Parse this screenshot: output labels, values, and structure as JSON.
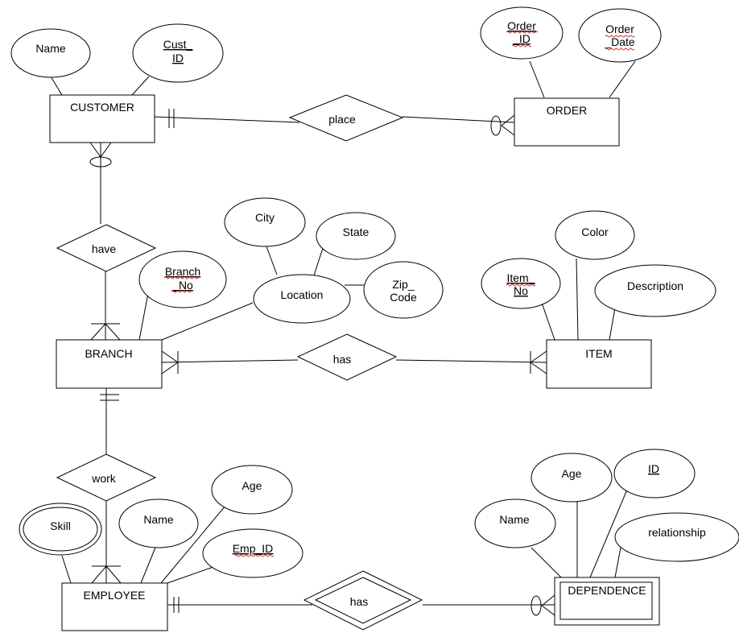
{
  "entities": {
    "customer": "CUSTOMER",
    "order": "ORDER",
    "branch": "BRANCH",
    "item": "ITEM",
    "employee": "EMPLOYEE",
    "dependence": "DEPENDENCE"
  },
  "relationships": {
    "place": "place",
    "have": "have",
    "has_branch_item": "has",
    "work": "work",
    "has_employee_dependence": "has"
  },
  "attributes": {
    "customer_name": "Name",
    "cust_id_1": "Cust_",
    "cust_id_2": "ID",
    "order_id_1": "Order",
    "order_id_2": "_ID",
    "order_date_1": "Order",
    "order_date_2": "_Date",
    "city": "City",
    "state": "State",
    "zip_1": "Zip_",
    "zip_2": "Code",
    "location": "Location",
    "branch_no_1": "Branch",
    "branch_no_2": "_No",
    "color": "Color",
    "item_no_1": "Item_",
    "item_no_2": "No",
    "description": "Description",
    "skill": "Skill",
    "employee_name": "Name",
    "employee_age": "Age",
    "emp_id": "Emp_ID",
    "dependent_age": "Age",
    "dependent_id": "ID",
    "dependent_name": "Name",
    "relationship": "relationship"
  },
  "colors": {
    "stroke": "#000000",
    "background": "#ffffff",
    "spellcheck": "#d42020"
  }
}
